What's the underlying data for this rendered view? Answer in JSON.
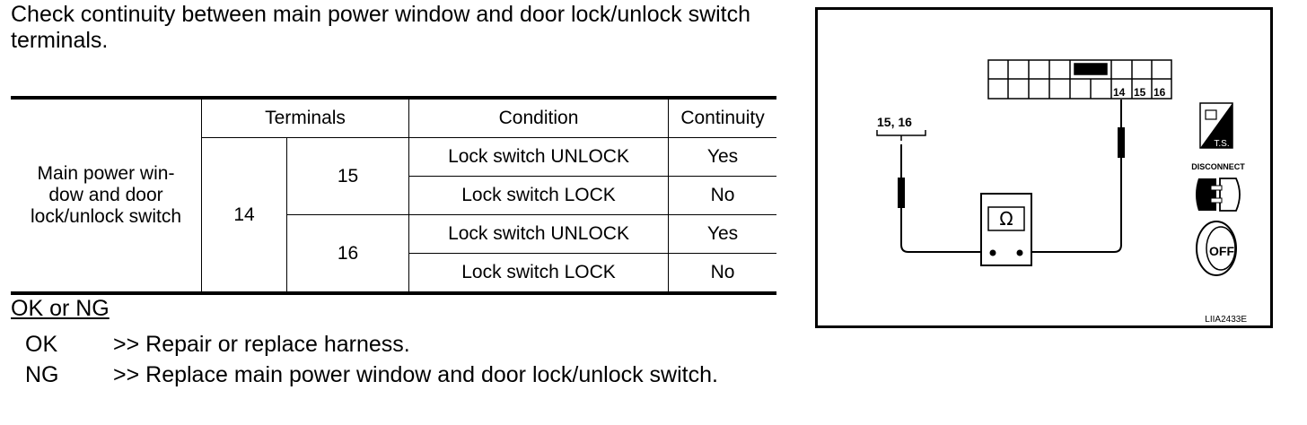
{
  "intro": "Check continuity between main power window and door lock/unlock switch terminals.",
  "table": {
    "headers": {
      "terminals": "Terminals",
      "condition": "Condition",
      "continuity": "Continuity"
    },
    "component": "Main power win-dow and door lock/unlock switch",
    "component_lines": [
      "Main power win-",
      "dow and door",
      "lock/unlock switch"
    ],
    "terminal_main": "14",
    "groups": [
      {
        "terminal": "15",
        "rows": [
          {
            "condition": "Lock switch UNLOCK",
            "continuity": "Yes"
          },
          {
            "condition": "Lock switch LOCK",
            "continuity": "No"
          }
        ]
      },
      {
        "terminal": "16",
        "rows": [
          {
            "condition": "Lock switch UNLOCK",
            "continuity": "Yes"
          },
          {
            "condition": "Lock switch LOCK",
            "continuity": "No"
          }
        ]
      }
    ]
  },
  "result_heading": "OK or NG",
  "results": [
    {
      "key": "OK",
      "text": ">> Repair or replace harness."
    },
    {
      "key": "NG",
      "text": ">> Replace main power window and door lock/unlock switch."
    }
  ],
  "figure": {
    "connector_labels": [
      "14",
      "15",
      "16"
    ],
    "probe_label": "15, 16",
    "meter_symbol": "Ω",
    "ts_label": "T.S.",
    "disconnect_label": "DISCONNECT",
    "off_label": "OFF",
    "code": "LIIA2433E"
  }
}
